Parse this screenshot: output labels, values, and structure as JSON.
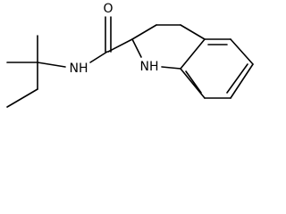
{
  "molecule": {
    "atoms": {
      "oxygen": "O",
      "amide_nitrogen": "NH",
      "ring_nitrogen": "NH"
    },
    "colors": {
      "bond": "#000000",
      "label": "#000000",
      "background": "#ffffff"
    }
  }
}
